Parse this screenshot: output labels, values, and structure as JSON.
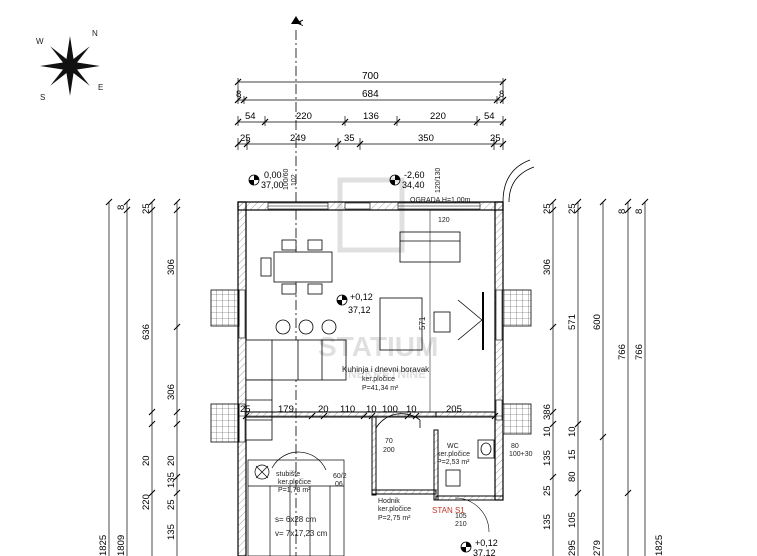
{
  "compass": {
    "n": "N",
    "w": "W",
    "s": "S",
    "e": "E"
  },
  "section_marker": "A",
  "top_dims": {
    "row1": [
      "700"
    ],
    "row2": [
      "8",
      "684",
      "8"
    ],
    "row3": [
      "54",
      "220",
      "136",
      "220",
      "54"
    ],
    "row4": [
      "25",
      "249",
      "35",
      "350",
      "25"
    ]
  },
  "elevations": {
    "e1": {
      "top": "0,00",
      "bottom": "37,00"
    },
    "e2": {
      "top": "-2,60",
      "bottom": "34,40"
    },
    "e3": {
      "top": "+0,12",
      "bottom": "37,12"
    },
    "e4": {
      "top": "+0,12",
      "bottom": "37,12"
    }
  },
  "small_labels": {
    "window1": "100/60",
    "window1b": "102",
    "window2": "120/130",
    "ograda": "OGRADA H=1,00m",
    "dim120": "120",
    "dim571_inner": "571",
    "wc_door_top": "70",
    "wc_door_bottom": "200",
    "wc_door2_top": "80",
    "wc_door2_bottom": "100+30",
    "door_060_top": "60/2",
    "door_060_bottom": "06",
    "hodnik_door": "105",
    "hodnik_door2": "210"
  },
  "rooms": {
    "living": {
      "name": "Kuhinja i dnevni boravak",
      "floor": "ker.pločice",
      "area": "P=41,34 m²"
    },
    "wc": {
      "name": "WC",
      "floor": "ker.pločice",
      "area": "P=2,53 m²"
    },
    "hall": {
      "name": "Hodnik",
      "floor": "ker.pločice",
      "area": "P=2,75 m²"
    },
    "stair": {
      "name": "stubište",
      "floor": "ker.pločice",
      "area": "P=1,78 m²"
    }
  },
  "stairs": {
    "line1": "s= 6x28 cm",
    "line2": "v= 7x17,23 cm"
  },
  "unit_label": "STAN S1",
  "inner_dims": [
    "25",
    "179",
    "20",
    "110",
    "10",
    "100",
    "10",
    "205"
  ],
  "left_dims": {
    "c1": [
      "1825"
    ],
    "c2": [
      "1809"
    ],
    "c3": [
      "8",
      "636",
      "20",
      "220"
    ],
    "c4": [
      "25",
      "306",
      "306",
      "20",
      "135",
      "25",
      "135"
    ]
  },
  "right_dims": {
    "c1": [
      "25",
      "306",
      "386",
      "10",
      "135",
      "25",
      "135"
    ],
    "c2": [
      "25",
      "571",
      "10",
      "15",
      "80",
      "105",
      "295"
    ],
    "c3": [
      "600",
      "766",
      "8",
      "279"
    ],
    "c4": [
      "8",
      "766",
      "1825"
    ]
  },
  "watermark": {
    "big": "STATIUM",
    "small": "NEKRETNINE"
  }
}
